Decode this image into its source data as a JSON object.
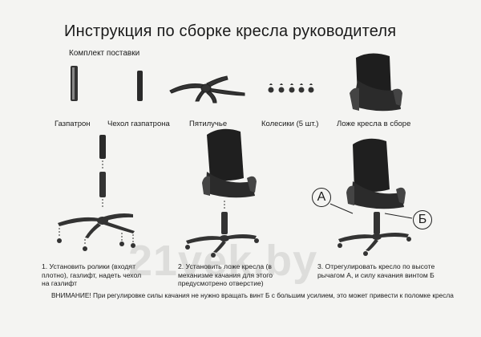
{
  "document": {
    "title": "Инструкция по сборке кресла руководителя",
    "kit_heading": "Комплект поставки",
    "parts": [
      {
        "label": "Газпатрон"
      },
      {
        "label": "Чехол газпатрона"
      },
      {
        "label": "Пятилучье"
      },
      {
        "label": "Колесики (5 шт.)"
      },
      {
        "label": "Ложе кресла в сборе"
      }
    ],
    "steps": [
      {
        "text": "1. Установить ролики (входят\nплотно), газлифт, надеть чехол\nна газлифт"
      },
      {
        "text": "2. Установить ложе кресла (в\nмеханизме качания для этого\nпредусмотрено отверстие)"
      },
      {
        "text": "3. Отрегулировать кресло по высоте\nрычагом А, и силу качания винтом Б"
      }
    ],
    "markers": {
      "a": "А",
      "b": "Б"
    },
    "warning": "ВНИМАНИЕ! При регулировке силы качания не нужно вращать винт Б с большим усилием, это может привести к поломке кресла",
    "watermark": "21vek.by"
  }
}
